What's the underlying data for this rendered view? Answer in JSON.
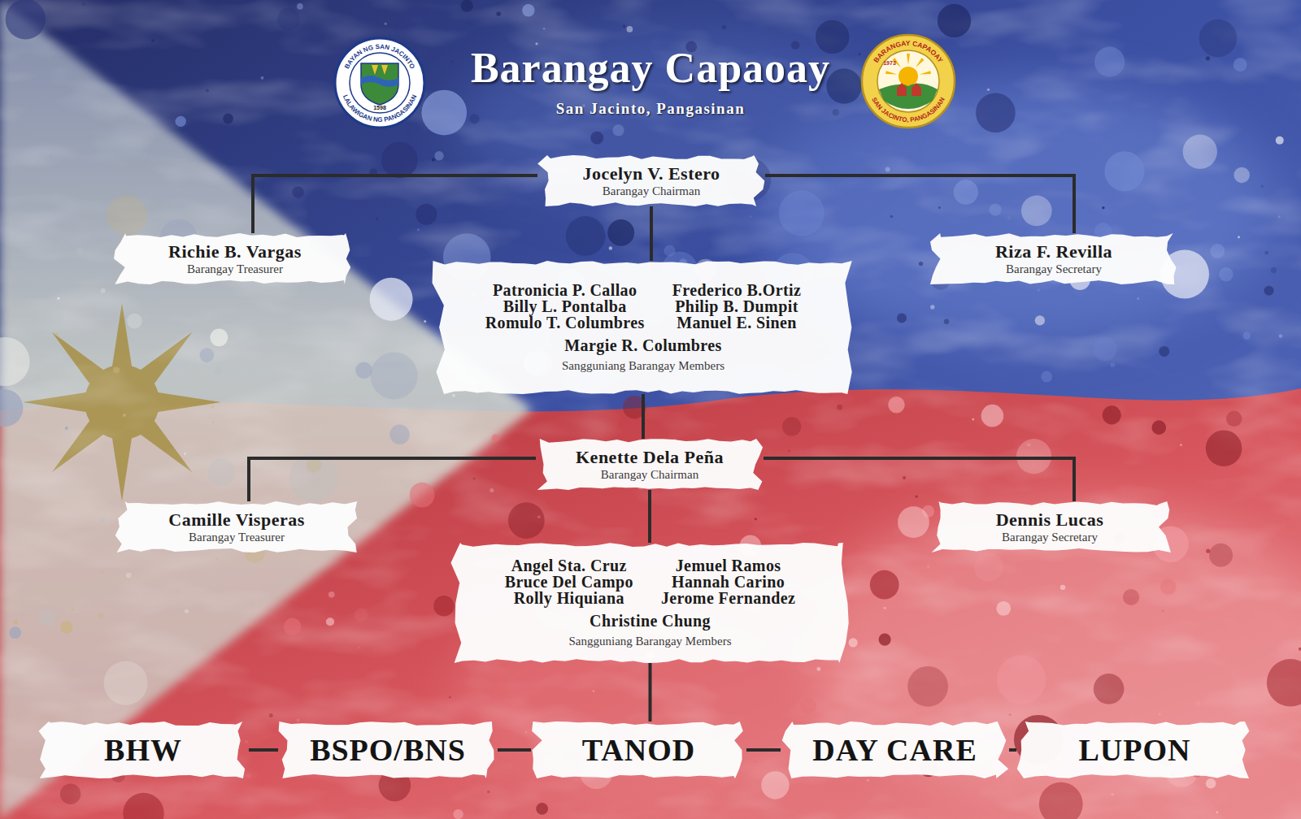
{
  "diagram": {
    "title": "Barangay Capaoay",
    "nodes": [
      {
        "text": [
          "Jocelyn V. Estero",
          "Barangay Chairman"
        ]
      },
      {
        "text": [
          "Richie B. Vargas",
          "Barangay Treasurer"
        ]
      },
      {
        "text": [
          "Riza F. Revilla",
          "Barangay Secretary"
        ]
      },
      {
        "text": [
          "Patronicia P. Callao",
          "Frederico B.Ortiz",
          "Billy L. Pontalba",
          "Philip B. Dumpit",
          "Romulo T. Columbres",
          "Manuel E. Sinen",
          "Margie R. Columbres",
          "Sangguniang Barangay Members"
        ]
      },
      {
        "text": [
          "Kenette Dela Peña",
          "Barangay Chairman"
        ]
      },
      {
        "text": [
          "Camille Visperas",
          "Barangay Treasurer"
        ]
      },
      {
        "text": [
          "Dennis Lucas",
          "Barangay Secretary"
        ]
      },
      {
        "text": [
          "Angel Sta. Cruz",
          "Jemuel Ramos",
          "Bruce Del Campo",
          "Hannah Carino",
          "Rolly Hiquiana",
          "Jerome Fernandez",
          "Christine Chung",
          "Sangguniang Barangay Members"
        ]
      },
      {
        "text": [
          "BHW"
        ]
      },
      {
        "text": [
          "BSPO/BNS"
        ]
      },
      {
        "text": [
          "TANOD"
        ]
      },
      {
        "text": [
          "DAY CARE"
        ]
      },
      {
        "text": [
          "LUPON"
        ]
      }
    ],
    "edges": [
      {
        "from": 0,
        "to": 1,
        "arrow": "none"
      },
      {
        "from": 0,
        "to": 2,
        "arrow": "none"
      },
      {
        "from": 0,
        "to": 3,
        "arrow": "none"
      },
      {
        "from": 3,
        "to": 4,
        "arrow": "none"
      },
      {
        "from": 4,
        "to": 5,
        "arrow": "none"
      },
      {
        "from": 4,
        "to": 6,
        "arrow": "none"
      },
      {
        "from": 4,
        "to": 7,
        "arrow": "none"
      },
      {
        "from": 7,
        "to": 10,
        "arrow": "none"
      },
      {
        "from": 8,
        "to": 9,
        "arrow": "none"
      },
      {
        "from": 9,
        "to": 10,
        "arrow": "none"
      },
      {
        "from": 10,
        "to": 11,
        "arrow": "none"
      },
      {
        "from": 11,
        "to": 12,
        "arrow": "none"
      }
    ],
    "labels": [
      "San Jacinto, Pangasinan",
      "BAYAN NG SAN JACINTO",
      "LALAWIGAN NG PANGASINAN",
      "1598",
      "BARANGAY CAPAOAY",
      "1973",
      "SAN JACINTO, PANGASINAN"
    ]
  }
}
